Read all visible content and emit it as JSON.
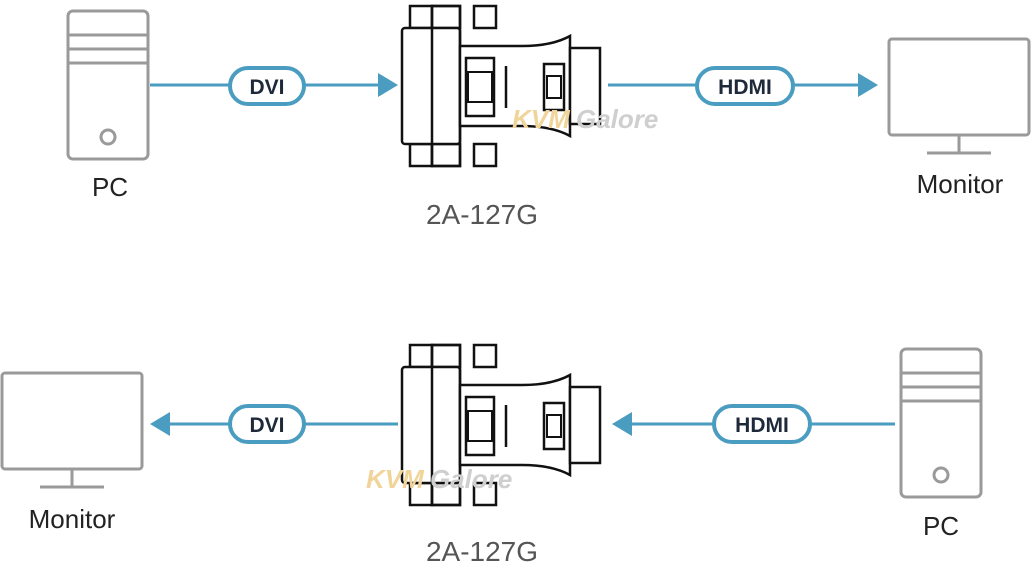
{
  "top_row": {
    "source_label": "PC",
    "source_connector": "DVI",
    "adapter_model": "2A-127G",
    "output_connector": "HDMI",
    "target_label": "Monitor"
  },
  "bottom_row": {
    "target_label": "Monitor",
    "target_connector": "DVI",
    "adapter_model": "2A-127G",
    "source_connector": "HDMI",
    "source_label": "PC"
  },
  "watermark": {
    "part1": "KVM",
    "part2": "Galore"
  },
  "colors": {
    "line": "#4a9dc0",
    "pill_border": "#4a9dc0",
    "device_stroke": "#9a9a9a",
    "adapter_stroke": "#111111"
  },
  "icons": {
    "computer": "pc-tower-icon",
    "display": "monitor-icon",
    "adapter": "dvi-hdmi-adapter-icon"
  }
}
